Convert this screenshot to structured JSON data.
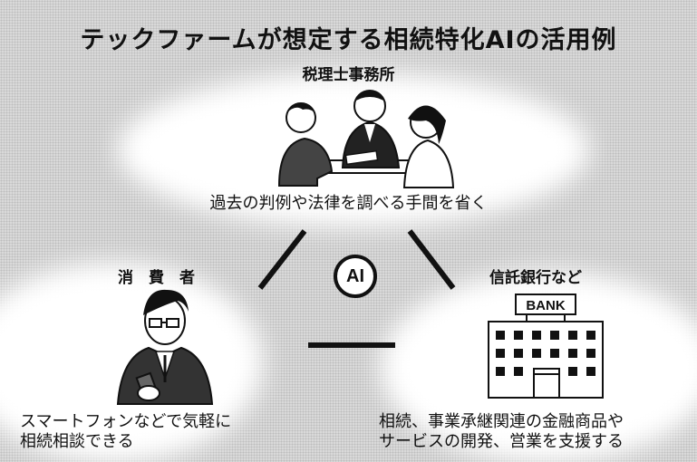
{
  "title": "テックファームが想定する相続特化AIの活用例",
  "center": {
    "label": "AI"
  },
  "nodes": {
    "tax_office": {
      "label": "税理士事務所",
      "caption": "過去の判例や法律を調べる手間を省く"
    },
    "consumer": {
      "label": "消　費　者",
      "caption_lines": [
        "スマートフォンなどで気軽に",
        "相続相談できる"
      ]
    },
    "trust_bank": {
      "label": "信託銀行など",
      "bank_sign": "BANK",
      "caption_lines": [
        "相続、事業承継関連の金融商品や",
        "サービスの開発、営業を支援する"
      ]
    }
  }
}
